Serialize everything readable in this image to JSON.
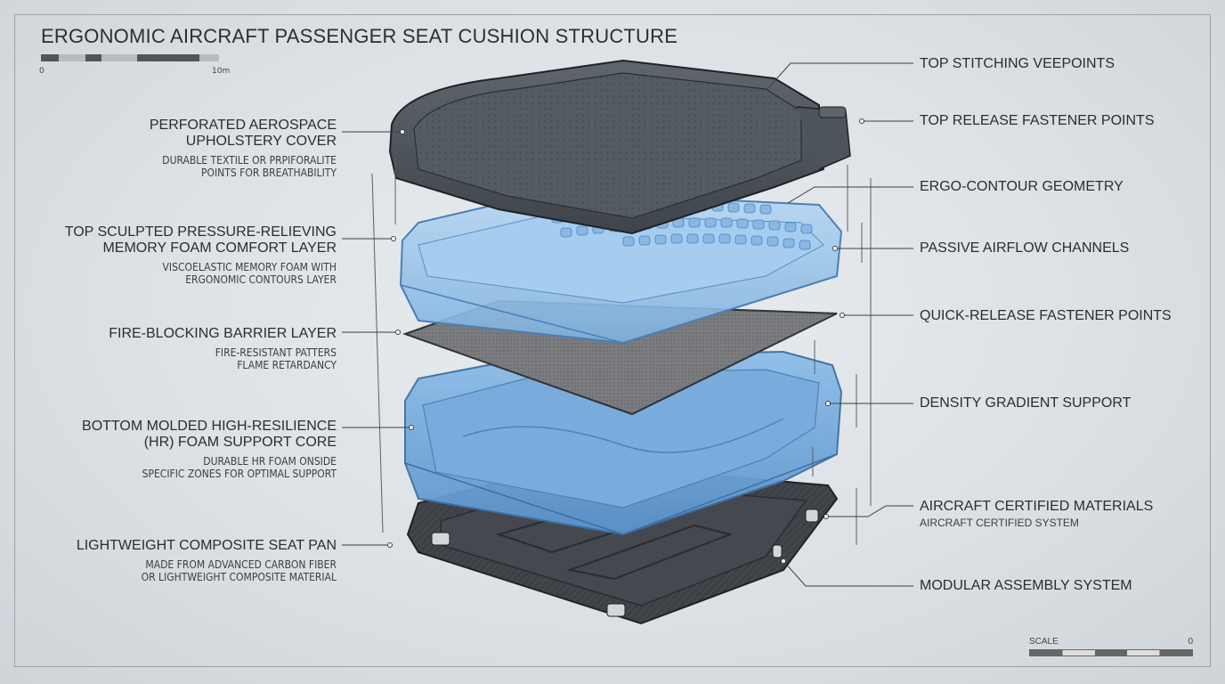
{
  "title": "ERGONOMIC AIRCRAFT PASSENGER SEAT CUSHION STRUCTURE",
  "scale_top": {
    "start": "0",
    "end": "10m"
  },
  "scale_bottom": {
    "label": "SCALE",
    "end": "0"
  },
  "left_labels": [
    {
      "heading": [
        "PERFORATED AEROSPACE",
        "UPHOLSTERY COVER"
      ],
      "sub": [
        "DURABLE TEXTILE OR PRPIFORALITE",
        "POINTS FOR BREATHABILITY"
      ]
    },
    {
      "heading": [
        "TOP SCULPTED PRESSURE-RELIEVING",
        "MEMORY FOAM COMFORT LAYER"
      ],
      "sub": [
        "VISCOELASTIC MEMORY FOAM WITH",
        "ERGONOMIC CONTOURS LAYER"
      ]
    },
    {
      "heading": [
        "FIRE-BLOCKING BARRIER LAYER"
      ],
      "sub": [
        "FIRE-RESISTANT PATTERS",
        "FLAME RETARDANCY"
      ]
    },
    {
      "heading": [
        "BOTTOM MOLDED HIGH-RESILIENCE",
        "(HR) FOAM SUPPORT CORE"
      ],
      "sub": [
        "DURABLE HR FOAM ONSIDE",
        "SPECIFIC ZONES FOR OPTIMAL SUPPORT"
      ]
    },
    {
      "heading": [
        "LIGHTWEIGHT COMPOSITE SEAT PAN"
      ],
      "sub": [
        "MADE FROM ADVANCED CARBON FIBER",
        "OR LIGHTWEIGHT COMPOSITE MATERIAL"
      ]
    }
  ],
  "right_labels": [
    {
      "heading": "TOP STITCHING VEEPOINTS",
      "sub": ""
    },
    {
      "heading": "TOP RELEASE FASTENER POINTS",
      "sub": ""
    },
    {
      "heading": "ERGO-CONTOUR GEOMETRY",
      "sub": ""
    },
    {
      "heading": "PASSIVE AIRFLOW CHANNELS",
      "sub": ""
    },
    {
      "heading": "QUICK-RELEASE FASTENER POINTS",
      "sub": ""
    },
    {
      "heading": "DENSITY GRADIENT SUPPORT",
      "sub": ""
    },
    {
      "heading": "AIRCRAFT CERTIFIED MATERIALS",
      "sub": "AIRCRAFT CERTIFIED SYSTEM"
    },
    {
      "heading": "MODULAR ASSEMBLY SYSTEM",
      "sub": ""
    }
  ],
  "colors": {
    "cover": "#4a5058",
    "memory_foam": "#8fbde6",
    "barrier": "#77797c",
    "hr_foam": "#6ea3d6",
    "seat_pan": "#3a3d42",
    "leader": "#3a3f45"
  }
}
